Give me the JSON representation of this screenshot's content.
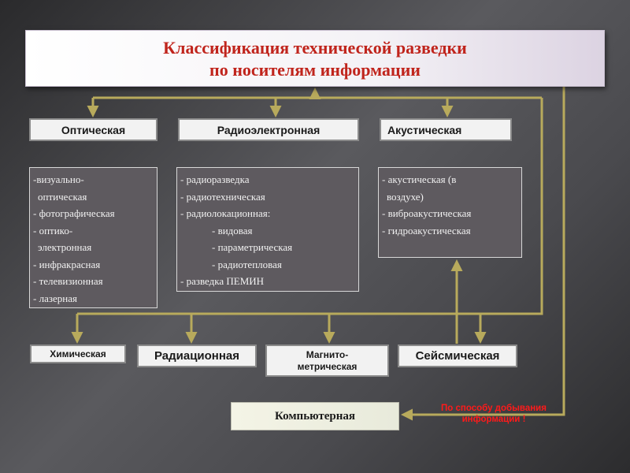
{
  "title": {
    "line1": "Классификация технической разведки",
    "line2": "по носителям информации"
  },
  "categories": {
    "optical": "Оптическая",
    "radio": "Радиоэлектронная",
    "acoustic": "Акустическая",
    "chemical": "Химическая",
    "radiation": "Радиационная",
    "magnetic_line1": "Магнито-",
    "magnetic_line2": "метрическая",
    "seismic": "Сейсмическая",
    "computer": "Компьютерная"
  },
  "lists": {
    "optical": [
      "-визуально-",
      "  оптическая",
      "- фотографическая",
      "- оптико-",
      "  электронная",
      "- инфракрасная",
      "- телевизионная",
      "- лазерная"
    ],
    "radio": [
      "- радиоразведка",
      "- радиотехническая",
      "- радиолокационная:",
      "- видовая",
      "- параметрическая",
      "- радиотепловая",
      "- разведка ПЕМИН"
    ],
    "acoustic": [
      "- акустическая (в",
      "  воздухе)",
      "- виброакустическая",
      "- гидроакустическая"
    ]
  },
  "note": {
    "line1": "По способу добывания",
    "line2": "информации !"
  },
  "colors": {
    "arrow": "#b8aa5c",
    "title_text": "#c0241c",
    "note_text": "#ff1a1a"
  }
}
